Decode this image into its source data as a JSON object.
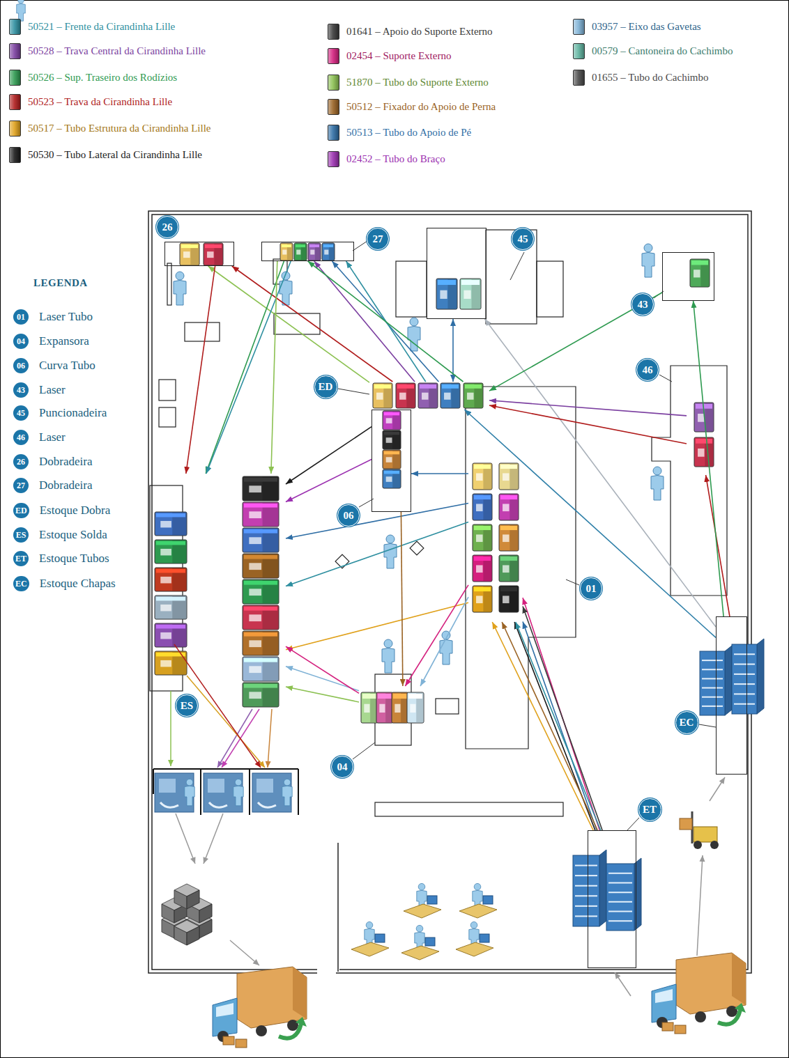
{
  "diagram": {
    "nodes": [
      {
        "text": [
          "26"
        ]
      },
      {
        "text": [
          "27"
        ]
      },
      {
        "text": [
          "45"
        ]
      },
      {
        "text": [
          "43"
        ]
      },
      {
        "text": [
          "ED"
        ]
      },
      {
        "text": [
          "46"
        ]
      },
      {
        "text": [
          "06"
        ]
      },
      {
        "text": [
          "01"
        ]
      },
      {
        "text": [
          "ES"
        ]
      },
      {
        "text": [
          "04"
        ]
      },
      {
        "text": [
          "EC"
        ]
      },
      {
        "text": [
          "ET"
        ]
      }
    ],
    "edges": [
      {
        "from": 11,
        "to": 7,
        "arrow": "to"
      },
      {
        "from": 11,
        "to": 7,
        "arrow": "to"
      },
      {
        "from": 11,
        "to": 7,
        "arrow": "to"
      },
      {
        "from": 11,
        "to": 7,
        "arrow": "to"
      },
      {
        "from": 11,
        "to": 7,
        "arrow": "to"
      },
      {
        "from": 11,
        "to": 7,
        "arrow": "to"
      },
      {
        "from": 11,
        "to": 7,
        "arrow": "to"
      },
      {
        "from": 10,
        "to": 5,
        "arrow": "to"
      },
      {
        "from": 10,
        "to": 3,
        "arrow": "to"
      },
      {
        "from": 10,
        "to": 2,
        "arrow": "to"
      },
      {
        "from": 10,
        "to": 4,
        "arrow": "to"
      },
      {
        "from": 3,
        "to": 4,
        "arrow": "to"
      },
      {
        "from": 2,
        "to": 4,
        "arrow": "both"
      },
      {
        "from": 5,
        "to": 4,
        "arrow": "to"
      },
      {
        "from": 5,
        "to": 4,
        "arrow": "to"
      },
      {
        "from": 4,
        "to": 0,
        "arrow": "to"
      },
      {
        "from": 4,
        "to": 0,
        "arrow": "to"
      },
      {
        "from": 4,
        "to": 1,
        "arrow": "to"
      },
      {
        "from": 4,
        "to": 1,
        "arrow": "to"
      },
      {
        "from": 4,
        "to": 1,
        "arrow": "to"
      },
      {
        "from": 4,
        "to": 1,
        "arrow": "to"
      },
      {
        "from": 0,
        "to": 8,
        "arrow": "to"
      },
      {
        "from": 1,
        "to": 8,
        "arrow": "to"
      },
      {
        "from": 1,
        "to": 8,
        "arrow": "to"
      },
      {
        "from": 1,
        "to": 8,
        "arrow": "to"
      },
      {
        "from": 6,
        "to": 8,
        "arrow": "to"
      },
      {
        "from": 6,
        "to": 8,
        "arrow": "to"
      },
      {
        "from": 7,
        "to": 6,
        "arrow": "to"
      },
      {
        "from": 7,
        "to": 8,
        "arrow": "to"
      },
      {
        "from": 7,
        "to": 8,
        "arrow": "to"
      },
      {
        "from": 7,
        "to": 8,
        "arrow": "to"
      },
      {
        "from": 7,
        "to": 9,
        "arrow": "to"
      },
      {
        "from": 7,
        "to": 9,
        "arrow": "to"
      },
      {
        "from": 6,
        "to": 9,
        "arrow": "to"
      },
      {
        "from": 9,
        "to": 8,
        "arrow": "to"
      },
      {
        "from": 9,
        "to": 8,
        "arrow": "to"
      },
      {
        "from": 9,
        "to": 8,
        "arrow": "to"
      }
    ],
    "labels": [
      "LEGENDA",
      "01",
      "04",
      "06",
      "43",
      "45",
      "46",
      "26",
      "27",
      "ED",
      "ES",
      "ET",
      "EC"
    ],
    "legend": [
      {
        "text": "50521 – Frente da Cirandinha Lille",
        "color": "#2e8fa0"
      },
      {
        "text": "50528 – Trava Central da Cirandinha Lille",
        "color": "#7b3fa0"
      },
      {
        "text": "50526 – Sup. Traseiro dos Rodízios",
        "color": "#2e9a50"
      },
      {
        "text": "50523 – Trava da Cirandinha Lille",
        "color": "#b01c1c"
      },
      {
        "text": "50517 – Tubo Estrutura da Cirandinha Lille",
        "color": "#e0a11b"
      },
      {
        "text": "50530 – Tubo Lateral da Cirandinha Lille",
        "color": "#1a1a1a"
      },
      {
        "text": "01641 – Apoio do Suporte Externo",
        "color": "#3a3a3a"
      },
      {
        "text": "02454 – Suporte Externo",
        "color": "#d4207e"
      },
      {
        "text": "51870 – Tubo do Suporte Externo",
        "color": "#8cc152"
      },
      {
        "text": "50512 – Fixador do Apoio de Perna",
        "color": "#9a6324"
      },
      {
        "text": "50513 – Tubo do Apoio de Pé",
        "color": "#2f6ea5"
      },
      {
        "text": "02452 – Tubo do Braço",
        "color": "#9b30b0"
      },
      {
        "text": "03957 – Eixo das Gavetas",
        "color": "#7fb2d6"
      },
      {
        "text": "00579 – Cantoneira do Cachimbo",
        "color": "#5fb39f"
      },
      {
        "text": "01655 – Tubo do Cachimbo",
        "color": "#4a4a4a"
      },
      {
        "text": "Laser Tubo",
        "color": "#1b75a8"
      },
      {
        "text": "Expansora",
        "color": "#1b75a8"
      },
      {
        "text": "Curva Tubo",
        "color": "#1b75a8"
      },
      {
        "text": "Laser",
        "color": "#1b75a8"
      },
      {
        "text": "Puncionadeira",
        "color": "#1b75a8"
      },
      {
        "text": "Laser",
        "color": "#1b75a8"
      },
      {
        "text": "Dobradeira",
        "color": "#1b75a8"
      },
      {
        "text": "Dobradeira",
        "color": "#1b75a8"
      },
      {
        "text": "Estoque Dobra",
        "color": "#1b75a8"
      },
      {
        "text": "Estoque Solda",
        "color": "#1b75a8"
      },
      {
        "text": "Estoque Tubos",
        "color": "#1b75a8"
      },
      {
        "text": "Estoque Chapas",
        "color": "#1b75a8"
      }
    ]
  }
}
